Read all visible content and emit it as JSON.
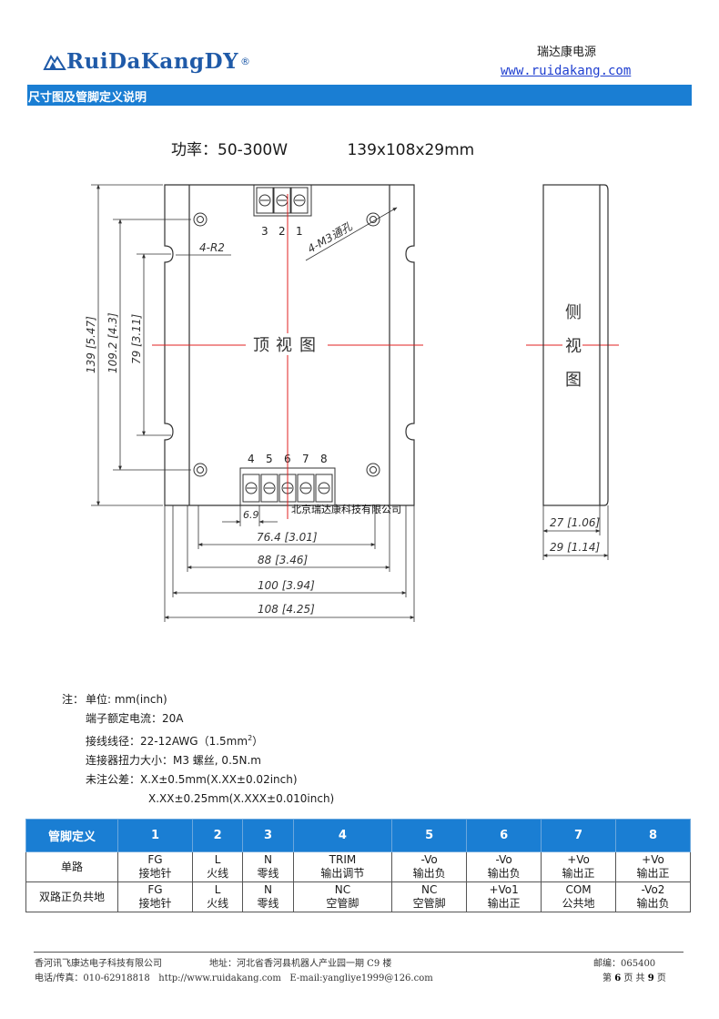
{
  "header": {
    "logo_text": "RuiDaKangDY",
    "logo_mark": "®",
    "company_name": "瑞达康电源",
    "website": "www.ruidakang.com"
  },
  "section_title": "尺寸图及管脚定义说明",
  "spec": {
    "power": "功率：50-300W",
    "size": "139x108x29mm"
  },
  "drawing": {
    "top_view_label": [
      "顶",
      "视",
      "图"
    ],
    "side_view_label": [
      "侧",
      "视",
      "图"
    ],
    "corner_radius_label": "4-R2",
    "hole_label": "4-M3通孔",
    "terminal_top_numbers": [
      "3",
      "2",
      "1"
    ],
    "terminal_bottom_numbers": [
      "4",
      "5",
      "6",
      "7",
      "8"
    ],
    "overlay_company": "北京瑞达康科技有限公司",
    "dims_vertical": [
      "139 [5.47]",
      "109.2 [4.3]",
      "79 [3.11]"
    ],
    "dims_horizontal": [
      "6.9",
      "76.4 [3.01]",
      "88 [3.46]",
      "100 [3.94]",
      "108 [4.25]"
    ],
    "dims_side": [
      "27 [1.06]",
      "29 [1.14]"
    ]
  },
  "notes": {
    "prefix": "注：",
    "unit": "单位:  mm(inch)",
    "current": "端子额定电流：20A",
    "wire_a": "接线线径：22-12AWG（1.5mm",
    "wire_sup": "2",
    "wire_b": "）",
    "torque": "连接器扭力大小：M3 螺丝, 0.5N.m",
    "tol1": "未注公差：X.X±0.5mm(X.XX±0.02inch)",
    "tol2": "X.XX±0.25mm(X.XXX±0.010inch)"
  },
  "pin_table": {
    "header": [
      "管脚定义",
      "1",
      "2",
      "3",
      "4",
      "5",
      "6",
      "7",
      "8"
    ],
    "rows": [
      {
        "label": "单路",
        "cells": [
          [
            "FG",
            "接地针"
          ],
          [
            "L",
            "火线"
          ],
          [
            "N",
            "零线"
          ],
          [
            "TRIM",
            "输出调节"
          ],
          [
            "-Vo",
            "输出负"
          ],
          [
            "-Vo",
            "输出负"
          ],
          [
            "+Vo",
            "输出正"
          ],
          [
            "+Vo",
            "输出正"
          ]
        ]
      },
      {
        "label": "双路正负共地",
        "cells": [
          [
            "FG",
            "接地针"
          ],
          [
            "L",
            "火线"
          ],
          [
            "N",
            "零线"
          ],
          [
            "NC",
            "空管脚"
          ],
          [
            "NC",
            "空管脚"
          ],
          [
            "+Vo1",
            "输出正"
          ],
          [
            "COM",
            "公共地"
          ],
          [
            "-Vo2",
            "输出负"
          ]
        ]
      }
    ]
  },
  "footer": {
    "company": "香河讯飞康达电子科技有限公司",
    "address": "地址：河北省香河县机器人产业园一期 C9 楼",
    "postcode": "邮编：065400",
    "contact": "电话/传真：010-62918818   http://www.ruidakang.com   E-mail:yangliye1999@126.com",
    "page_prefix": "第",
    "page_current": "6",
    "page_mid": "页  共",
    "page_total": "9",
    "page_suffix": "页"
  },
  "colors": {
    "brand_blue": "#1a7ed3",
    "logo_blue": "#1f5aa8",
    "center_line_red": "#e02020",
    "link_blue": "#1f3fd0"
  }
}
